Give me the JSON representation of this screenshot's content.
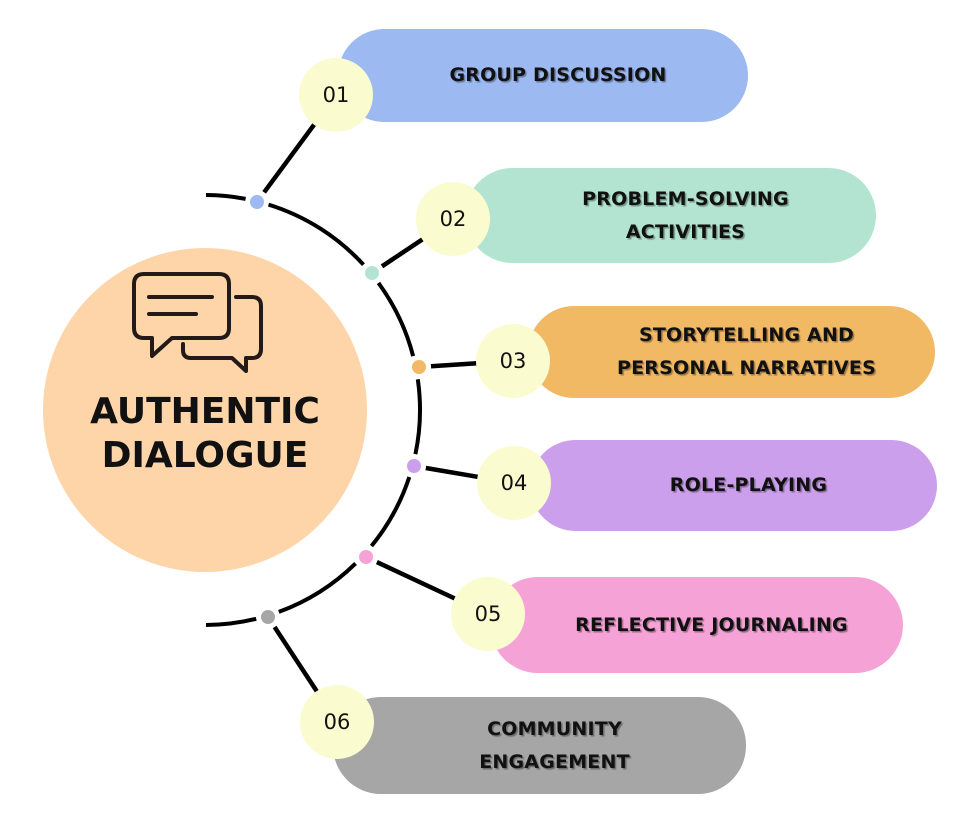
{
  "hub": {
    "title": "AUTHENTIC\nDIALOGUE",
    "icon": "chat-bubbles-icon",
    "color": "#fdd5a9"
  },
  "items": [
    {
      "number": "01",
      "label": "GROUP DISCUSSION",
      "color": "#9db9f2"
    },
    {
      "number": "02",
      "label": "PROBLEM-SOLVING\nACTIVITIES",
      "color": "#b3e4d2"
    },
    {
      "number": "03",
      "label": "STORYTELLING AND\nPERSONAL NARRATIVES",
      "color": "#f2b965"
    },
    {
      "number": "04",
      "label": "ROLE-PLAYING",
      "color": "#cc9fec"
    },
    {
      "number": "05",
      "label": "REFLECTIVE JOURNALING",
      "color": "#f5a3d6"
    },
    {
      "number": "06",
      "label": "COMMUNITY\nENGAGEMENT",
      "color": "#a6a6a6"
    }
  ],
  "number_badge_color": "#fbfbd0"
}
